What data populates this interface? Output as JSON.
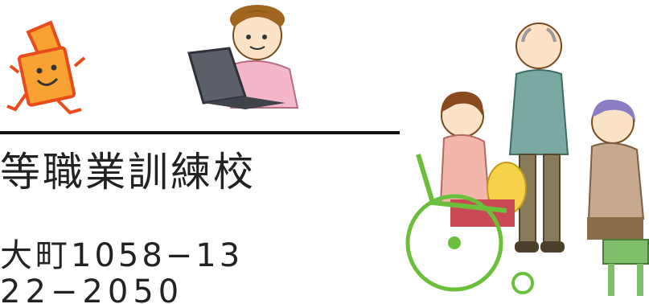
{
  "school": {
    "name_fragment": "等職業訓練校",
    "address_fragment": "大町1058−13",
    "phone_fragment": "22−2050"
  },
  "illustrations": {
    "pencil": "pencil-mascot-icon",
    "laptop_woman": "woman-at-laptop-icon",
    "elderly_group": "elderly-people-with-wheelchair-icon"
  },
  "colors": {
    "pencil_body": "#f7a233",
    "pencil_outline": "#e94b1b",
    "laptop": "#5a5f68",
    "shirt": "#f4b6c8",
    "wheelchair": "#6cbf3a"
  }
}
